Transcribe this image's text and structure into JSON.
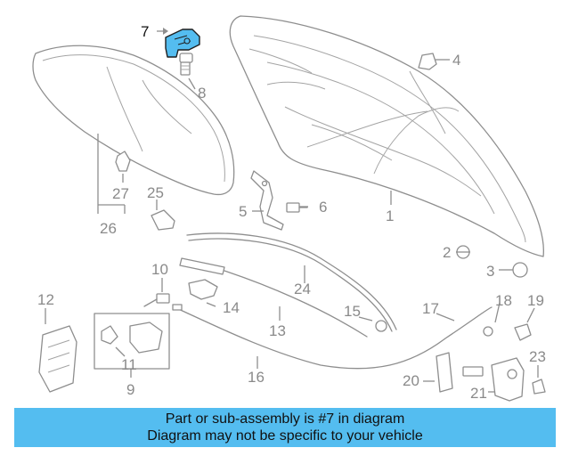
{
  "diagram": {
    "callouts": [
      "1",
      "2",
      "3",
      "4",
      "5",
      "6",
      "7",
      "8",
      "9",
      "10",
      "11",
      "12",
      "13",
      "14",
      "15",
      "16",
      "17",
      "18",
      "19",
      "20",
      "21",
      "23",
      "24",
      "25",
      "26",
      "27"
    ],
    "highlight_part": "7",
    "highlight_color": "#54bdf0"
  },
  "banner": {
    "line1": "Part or sub-assembly is #7 in diagram",
    "line2": "Diagram may not be specific to your vehicle",
    "color": "#54bdf0"
  }
}
